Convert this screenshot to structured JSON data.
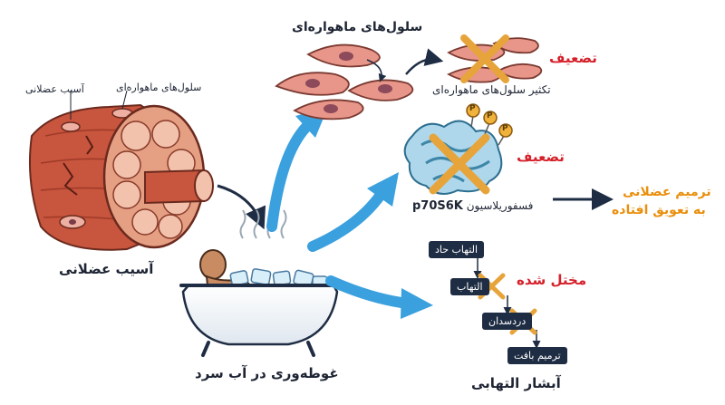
{
  "muscle": {
    "title": "آسیب عضلانی",
    "label_damage": "آسیب عضلانی",
    "label_satellite": "سلول‌های ماهواره‌ای"
  },
  "bath": {
    "title": "غوطه‌وری در آب سرد"
  },
  "satellite_branch": {
    "title": "سلول‌های ماهواره‌ای",
    "effect": "تضعیف",
    "caption": "تکثیر سلول‌های ماهواره‌ای"
  },
  "protein_branch": {
    "effect": "تضعیف",
    "caption_bold": "p70S6K",
    "caption": "فسفوریلاسیون",
    "phospho_mark": "P"
  },
  "outcome": {
    "line1": "ترمیم عضلانی",
    "line2": "به تعویق افتاده"
  },
  "inflammation": {
    "title": "آبشار التهابی",
    "effect": "مختل شده",
    "steps": [
      "التهاب حاد",
      "التهاب",
      "درد‌سدان",
      "ترمیم بافت"
    ]
  },
  "colors": {
    "arrow_blue": "#3aa0de",
    "arrow_dark": "#1f2d44",
    "cross": "#e7a43a",
    "muscle": "#c8553d",
    "cell": "#e8958a",
    "protein": "#3d86a8",
    "phospho": "#f0b23a"
  }
}
